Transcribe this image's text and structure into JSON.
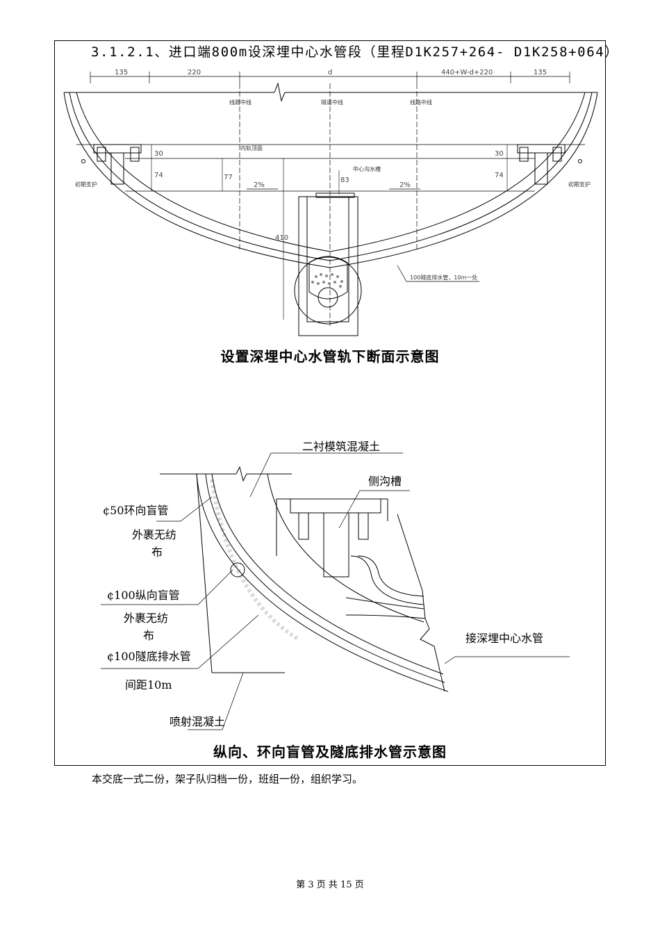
{
  "section_heading": "3.1.2.1、进口端800m设深埋中心水管段（里程D1K257+264- D1K258+064）",
  "diagram1": {
    "caption": "设置深埋中心水管轨下断面示意图",
    "dims_top": [
      "135",
      "220",
      "d",
      "440+W-d+220",
      "135"
    ],
    "dims_vertical": [
      "30",
      "74",
      "77",
      "83",
      "410",
      "30",
      "74"
    ],
    "slopes": [
      "2%",
      "2%"
    ],
    "labels": {
      "line_center_left": "线路中线",
      "tunnel_center": "隧道中线",
      "line_center_right": "线路中线",
      "rail_surface": "内轨顶面",
      "center_drain_groove": "中心沟水槽",
      "primary_support_left": "初期支护",
      "primary_support_right": "初期支护",
      "bottom_drain": "100隧底排水管，10m一处"
    }
  },
  "diagram2": {
    "caption": "纵向、环向盲管及隧底排水管示意图",
    "labels": {
      "secondary_lining": "二衬模筑混凝土",
      "side_ditch": "侧沟槽",
      "ring_blind_pipe": "¢50环向盲管",
      "ring_wrap": "外裹无纺",
      "ring_wrap2": "布",
      "long_blind_pipe": "¢100纵向盲管",
      "long_wrap": "外裹无纺",
      "long_wrap2": "布",
      "bottom_pipe": "¢100隧底排水管",
      "spacing": "间距10m",
      "shotcrete": "喷射混凝土",
      "connect_center": "接深埋中心水管"
    }
  },
  "note": "本交底一式二份，架子队归档一份，班组一份，组织学习。",
  "footer": "第 3 页 共 15 页"
}
